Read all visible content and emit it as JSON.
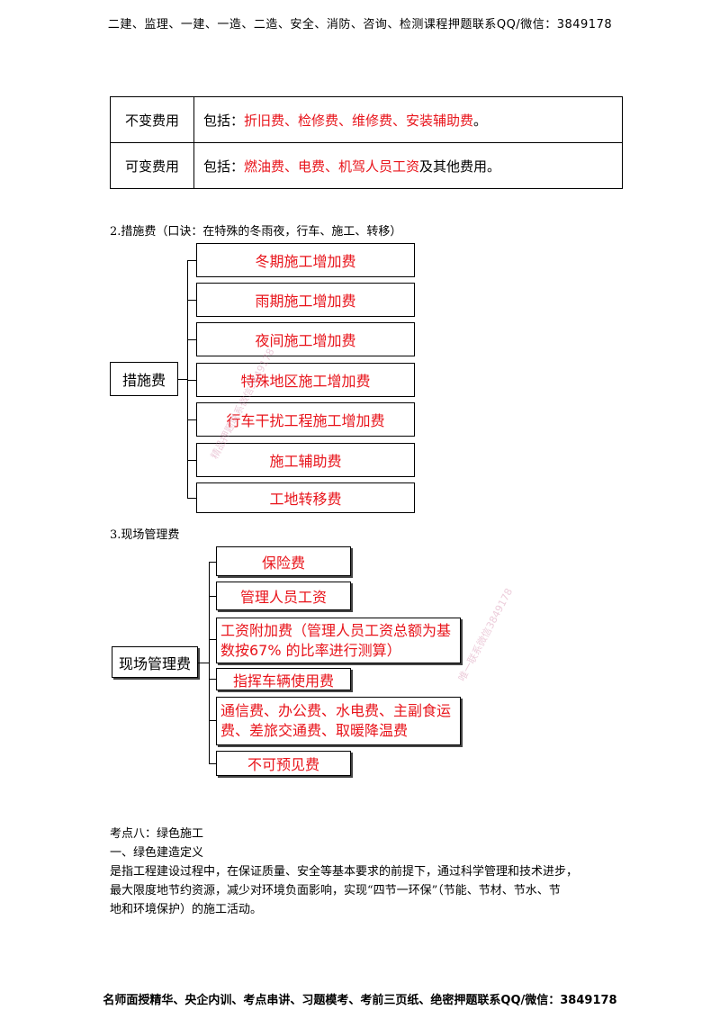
{
  "header": "二建、监理、一建、一造、二造、安全、消防、咨询、检测课程押题联系QQ/微信：3849178",
  "cost_table": [
    {
      "label": "不变费用",
      "prefix": "包括：",
      "highlight": "折旧费、检修费、维修费、安装辅助费",
      "suffix": "。"
    },
    {
      "label": "可变费用",
      "prefix": "包括：",
      "highlight": "燃油费、电费、机驾人员工资",
      "suffix": "及其他费用。"
    }
  ],
  "section2": {
    "title": "2.措施费（口诀：在特殊的冬雨夜，行车、施工、转移）",
    "root": "措施费",
    "items": [
      "冬期施工增加费",
      "雨期施工增加费",
      "夜间施工增加费",
      "特殊地区施工增加费",
      "行车干扰工程施工增加费",
      "施工辅助费",
      "工地转移费"
    ]
  },
  "section3": {
    "title": "3.现场管理费",
    "root": "现场管理费",
    "items": [
      "保险费",
      "管理人员工资",
      "工资附加费（管理人员工资总额为基数按67% 的比率进行测算）",
      "指挥车辆使用费",
      "通信费、办公费、水电费、主副食运费、差旅交通费、取暖降温费",
      "不可预见费"
    ]
  },
  "point8": {
    "heading": "考点八：绿色施工",
    "subheading": "一、绿色建造定义",
    "paragraph_lines": [
      "是指工程建设过程中，在保证质量、安全等基本要求的前提下，通过科学管理和技术进步，",
      "最大限度地节约资源，减少对环境负面影响，实现“四节一环保”（节能、节材、节水、节",
      "地和环境保护）的施工活动。"
    ]
  },
  "watermarks": [
    "精品押题联系微信3849178",
    "唯一联系微信3849178"
  ],
  "footer": "名师面授精华、央企内训、考点串讲、习题模考、考前三页纸、绝密押题联系QQ/微信：3849178",
  "colors": {
    "highlight": "#e8141b",
    "text": "#000000"
  }
}
